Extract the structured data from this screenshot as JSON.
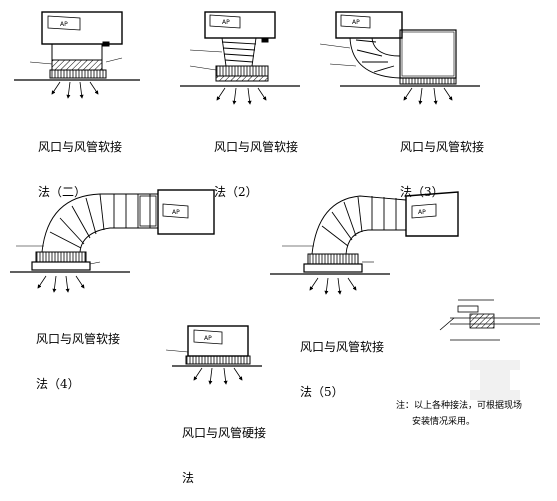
{
  "captions": {
    "method1": [
      "风口与风管软接",
      "法（二）"
    ],
    "method2": [
      "风口与风管软接",
      "法（2）"
    ],
    "method3": [
      "风口与风管软接",
      "法（3）"
    ],
    "method4": [
      "风口与风管软接",
      "法（4）"
    ],
    "method5": [
      "风口与风管软接",
      "法（5）"
    ],
    "method6": [
      "风口与风管硬接",
      "法"
    ]
  },
  "unit_label": "AP",
  "note": {
    "line1": "注：以上各种接法，可根据现场",
    "line2": "安装情况采用。"
  }
}
